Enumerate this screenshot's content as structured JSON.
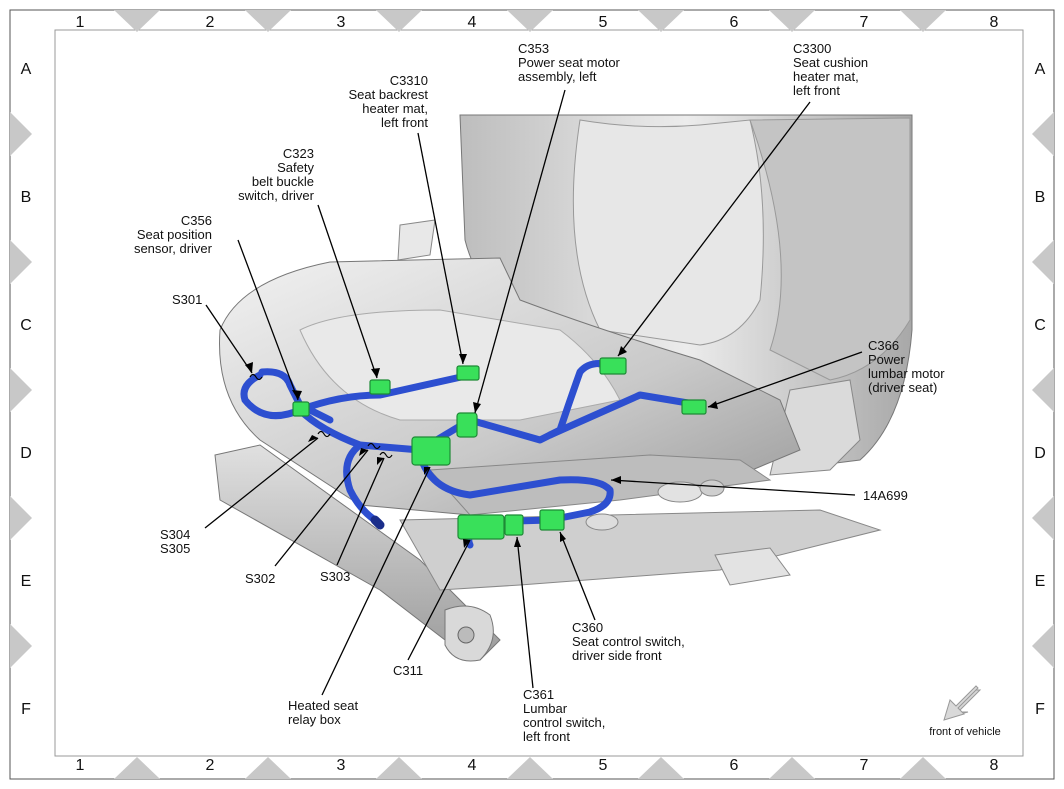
{
  "grid": {
    "columns": [
      "1",
      "2",
      "3",
      "4",
      "5",
      "6",
      "7",
      "8"
    ],
    "rows": [
      "A",
      "B",
      "C",
      "D",
      "E",
      "F"
    ]
  },
  "callouts": {
    "c356": [
      "C356",
      "Seat position",
      "sensor, driver"
    ],
    "c323": [
      "C323",
      "Safety",
      "belt buckle",
      "switch, driver"
    ],
    "c3310": [
      "C3310",
      "Seat backrest",
      "heater mat,",
      "left front"
    ],
    "c353": [
      "C353",
      "Power seat motor",
      "assembly, left"
    ],
    "c3300": [
      "C3300",
      "Seat cushion",
      "heater mat,",
      "left front"
    ],
    "c366": [
      "C366",
      "Power",
      "lumbar motor",
      "(driver seat)"
    ],
    "s301": [
      "S301"
    ],
    "s304_305": [
      "S304",
      "S305"
    ],
    "s302": [
      "S302"
    ],
    "s303": [
      "S303"
    ],
    "relay": [
      "Heated seat",
      "relay box"
    ],
    "c311": [
      "C311"
    ],
    "c361": [
      "C361",
      "Lumbar",
      "control switch,",
      "left front"
    ],
    "c360": [
      "C360",
      "Seat control switch,",
      "driver side front"
    ],
    "harness": [
      "14A699"
    ]
  },
  "orientation": {
    "label": "front of vehicle"
  },
  "colors": {
    "harness": "#2d4fd0",
    "connector": "#39e05a",
    "seat": "#d4d4d4",
    "border_diamond": "#c8c8c8"
  }
}
